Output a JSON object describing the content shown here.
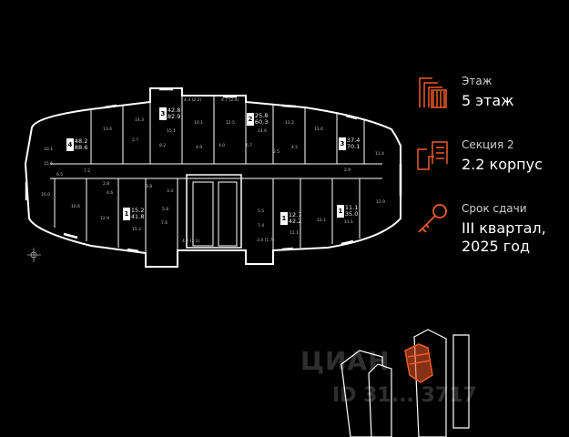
{
  "info": {
    "floor": {
      "label": "Этаж",
      "value": "5 этаж",
      "icon": "floor-icon"
    },
    "section": {
      "label": "Секция 2",
      "value": "2.2 корпус",
      "icon": "section-icon"
    },
    "deadline": {
      "label": "Срок сдачи",
      "value_line1": "III квартал,",
      "value_line2": "2025 год",
      "icon": "key-icon"
    }
  },
  "accent_color": "#f05a28",
  "units": [
    {
      "rooms": "4",
      "area_total": "48.2",
      "area_full": "88.6"
    },
    {
      "rooms": "3",
      "area_total": "42.8",
      "area_full": "82.9"
    },
    {
      "rooms": "2",
      "area_total": "25.8",
      "area_full": "60.3"
    },
    {
      "rooms": "3",
      "area_total": "37.4",
      "area_full": "70.1"
    },
    {
      "rooms": "1",
      "area_total": "15.2",
      "area_full": "41.8"
    },
    {
      "rooms": "1",
      "area_total": "12.7",
      "area_full": "42.2"
    },
    {
      "rooms": "1",
      "area_total": "11.1",
      "area_full": "35.0"
    }
  ],
  "room_labels": [
    "10.1",
    "13.4",
    "14.3",
    "15.1",
    "10.1",
    "12.5",
    "14.6",
    "11.2",
    "11.6",
    "11.4",
    "15.6",
    "6.5",
    "7.2",
    "10.0",
    "10.6",
    "12.9",
    "7.6",
    "15.2",
    "7.4",
    "12.1",
    "12.1",
    "11.1",
    "12.9",
    "4.3 (2.2)",
    "4.7 (2.4)",
    "3.4 (1.7)",
    "4.2 (2.1)",
    "2.7",
    "8.2",
    "4.9",
    "4.0",
    "6.7",
    "2.5",
    "4.5",
    "2.9",
    "3.8",
    "3.3",
    "5.5",
    "5.8",
    "2.8",
    "4.6"
  ],
  "watermark": {
    "text": "ЦИАН",
    "id": "ID 31... 3717"
  },
  "compass": "compass-icon"
}
